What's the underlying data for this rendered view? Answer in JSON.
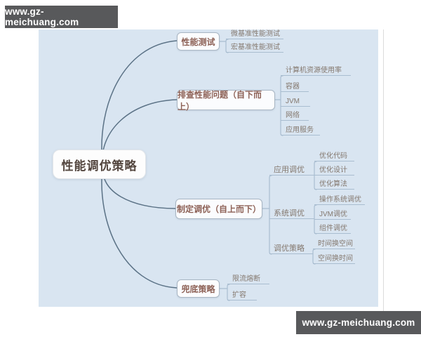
{
  "watermarks": {
    "top": "www.gz-meichuang.com",
    "bottom": "www.gz-meichuang.com"
  },
  "mindmap": {
    "root": {
      "label": "性能调优策略"
    },
    "branches": [
      {
        "label": "性能测试",
        "children": [
          {
            "label": "微基准性能测试"
          },
          {
            "label": "宏基准性能测试"
          }
        ]
      },
      {
        "label": "排查性能问题（自下而上）",
        "children": [
          {
            "label": "计算机资源使用率"
          },
          {
            "label": "容器"
          },
          {
            "label": "JVM"
          },
          {
            "label": "网络"
          },
          {
            "label": "应用服务"
          }
        ]
      },
      {
        "label": "制定调优（自上而下）",
        "children": [
          {
            "label": "应用调优",
            "children": [
              {
                "label": "优化代码"
              },
              {
                "label": "优化设计"
              },
              {
                "label": "优化算法"
              }
            ]
          },
          {
            "label": "系统调优",
            "children": [
              {
                "label": "操作系统调优"
              },
              {
                "label": "JVM调优"
              },
              {
                "label": "组件调优"
              }
            ]
          },
          {
            "label": "调优策略",
            "children": [
              {
                "label": "时间换空间"
              },
              {
                "label": "空间换时间"
              }
            ]
          }
        ]
      },
      {
        "label": "兜底策略",
        "children": [
          {
            "label": "限流熔断"
          },
          {
            "label": "扩容"
          }
        ]
      }
    ],
    "colors": {
      "canvas_bg": "#d9e5f1",
      "box_border": "#a9b6c3",
      "box_text": "#8d6156",
      "root_text": "#53463f",
      "leaf_text": "#84786e",
      "main_connector": "#5b7286",
      "bracket_connector": "#a9bdd0",
      "watermark_bg": "#58595b",
      "watermark_text": "#ffffff"
    }
  }
}
